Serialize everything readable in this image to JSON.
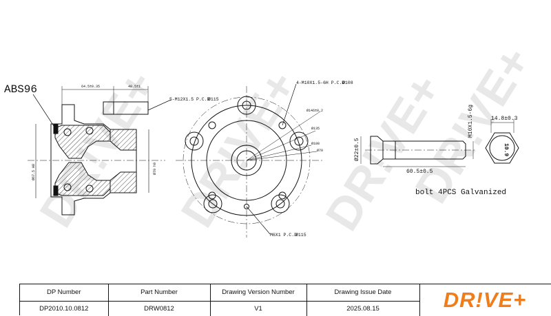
{
  "brand": {
    "logo_text": "DR!VE+",
    "watermark_text": "DR!VE+",
    "color": "#f07d1a"
  },
  "annotations": {
    "abs_label": "ABS96",
    "dim_64": "64.5±0.35",
    "dim_48": "48.5±1",
    "bolt_stud": "5-M12X1.5 P.C.D",
    "bolt_stud_pcd": "Ø115",
    "dia_67": "Ø67.5 H8",
    "dia_70": "Ø70 h9",
    "thread_holes": "4-M10X1.5-6H P.C.D",
    "thread_holes_pcd": "Ø108",
    "dia_146": "Ø146±0.2",
    "dia_135": "Ø135",
    "dia_108": "Ø108",
    "dia_70b": "Ø70",
    "m6_label": "M6X1 P.C.D",
    "m6_pcd": "Ø115",
    "bolt_thread": "M10X1.5-6g",
    "bolt_head_dia": "Ø22±0.5",
    "bolt_length": "60.5±0.5",
    "hex_width": "14.8±0.3",
    "hex_mark": "10.9",
    "bolt_note": "bolt 4PCS  Galvanized"
  },
  "title_block": {
    "headers": [
      "DP Number",
      "Part Number",
      "Drawing Version Number",
      "Drawing Issue Date"
    ],
    "values": [
      "DP2010.10.0812",
      "DRW0812",
      "V1",
      "2025.08.15"
    ]
  }
}
